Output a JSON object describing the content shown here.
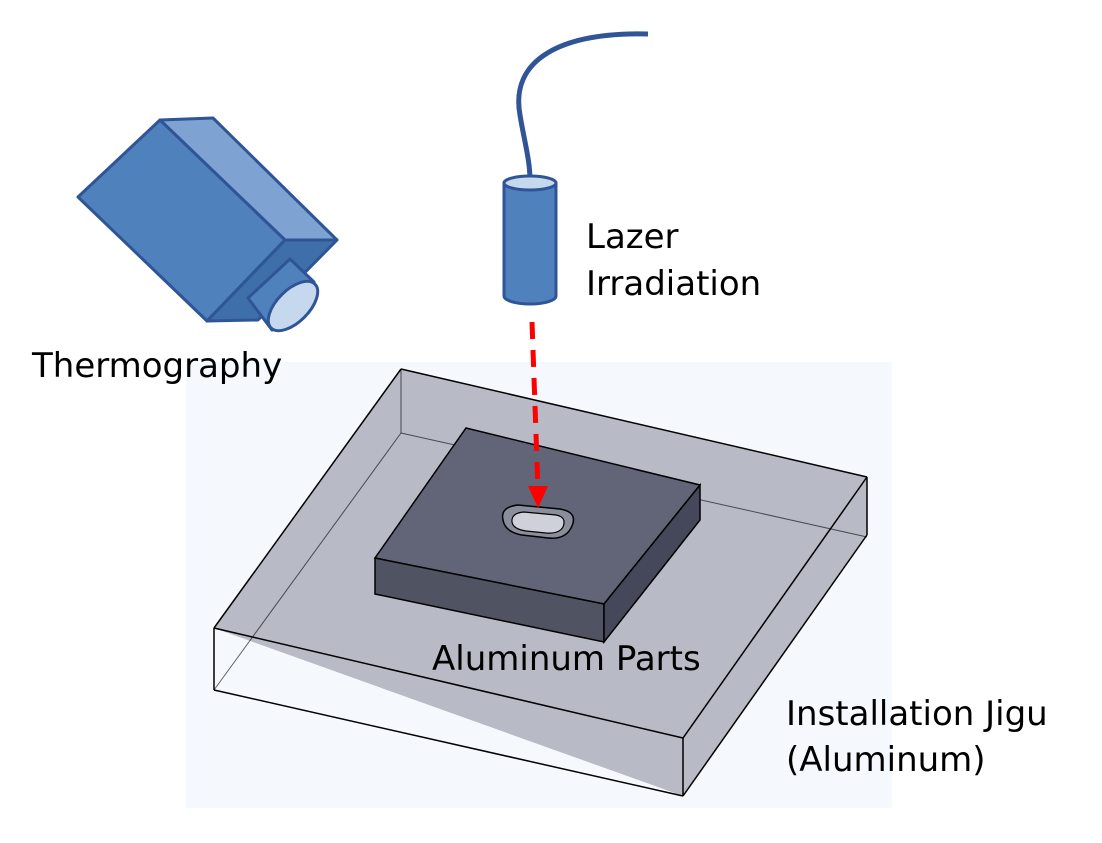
{
  "labels": {
    "thermography": "Thermography",
    "laser_line1": "Lazer",
    "laser_line2": "Irradiation",
    "part": "Aluminum Parts",
    "jig_line1": "Installation Jigu",
    "jig_line2": "(Aluminum)"
  },
  "colors": {
    "device_blue": "#4f81bd",
    "device_outline": "#2f5597",
    "jig_fill": "#b8bac6",
    "part_top": "#626577",
    "laser_beam": "#ff0000"
  }
}
